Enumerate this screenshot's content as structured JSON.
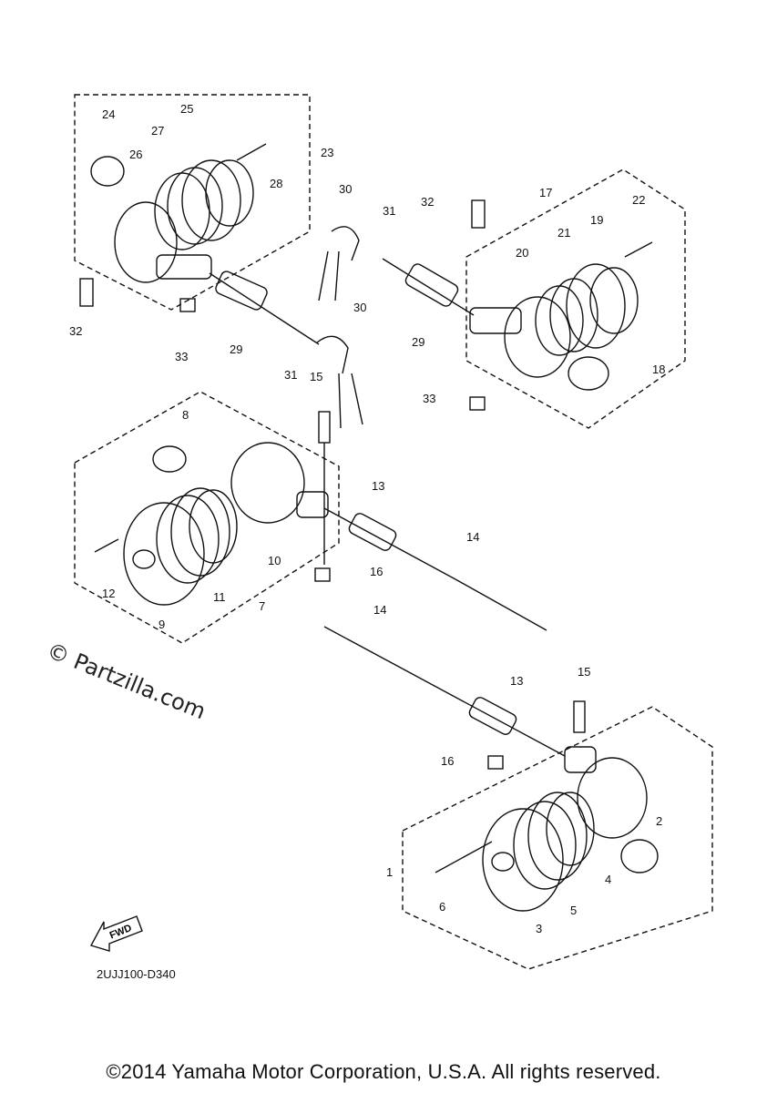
{
  "diagram": {
    "watermark": "© Partzilla.com",
    "diagram_code": "2UJJ100-D340",
    "fwd_label": "FWD",
    "copyright": "©2014 Yamaha Motor Corporation, U.S.A. All rights reserved.",
    "callouts": [
      "1",
      "2",
      "3",
      "4",
      "5",
      "6",
      "7",
      "8",
      "9",
      "10",
      "11",
      "12",
      "13",
      "13",
      "14",
      "14",
      "15",
      "15",
      "16",
      "16",
      "17",
      "18",
      "19",
      "20",
      "21",
      "22",
      "23",
      "24",
      "25",
      "26",
      "27",
      "28",
      "29",
      "29",
      "30",
      "30",
      "31",
      "31",
      "32",
      "32",
      "33",
      "33"
    ]
  }
}
